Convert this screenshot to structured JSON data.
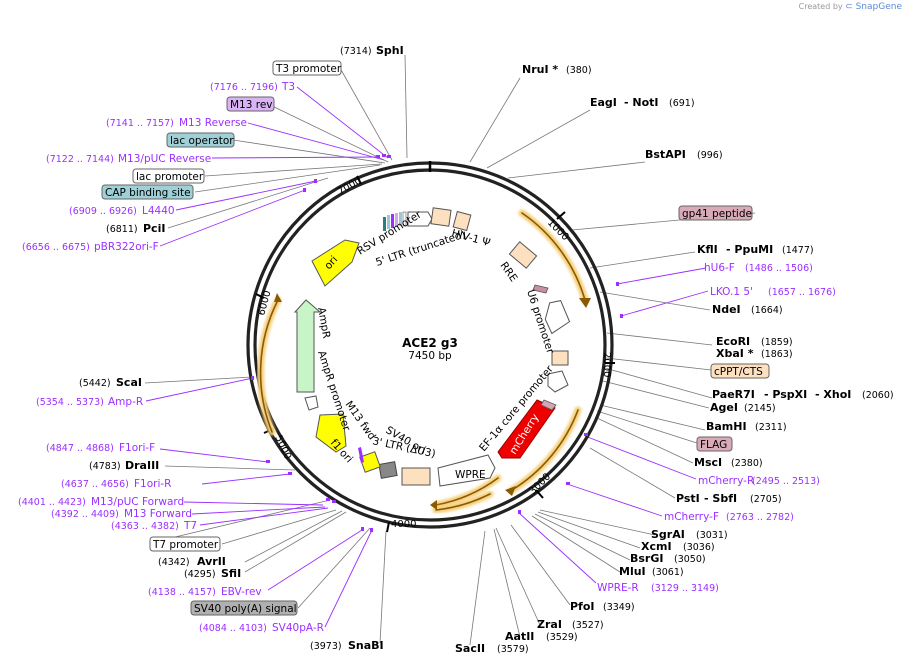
{
  "credit": {
    "prefix": "Created by",
    "brand": "SnapGene"
  },
  "plasmid": {
    "name": "ACE2 g3",
    "length": "7450 bp",
    "total_bp": 7450
  },
  "ticks": [
    "1000",
    "2000",
    "3000",
    "4000",
    "5000",
    "6000",
    "7000"
  ],
  "colors": {
    "primer": "#9b30ff",
    "ring": "#222222",
    "cds_orange": "#e8a63a",
    "mcherry": "#ee0000",
    "ori": "#ffff00",
    "ampr": "#c8f5c8"
  },
  "enzymes_right": [
    {
      "name": "NruI *",
      "pos": "(380)"
    },
    {
      "name": "EagI",
      "sep": "- NotI",
      "pos": "(691)"
    },
    {
      "name": "BstAPI",
      "pos": "(996)"
    },
    {
      "name": "KflI",
      "sep": "- PpuMI",
      "pos": "(1477)"
    },
    {
      "name": "NdeI",
      "pos": "(1664)"
    },
    {
      "name": "EcoRI",
      "pos": "(1859)"
    },
    {
      "name": "XbaI *",
      "pos": "(1863)"
    },
    {
      "name": "PaeR7I",
      "sep": "- PspXI",
      "sep2": "- XhoI",
      "pos": "(2060)"
    },
    {
      "name": "AgeI",
      "pos": "(2145)"
    },
    {
      "name": "BamHI",
      "pos": "(2311)"
    },
    {
      "name": "MscI",
      "pos": "(2380)"
    },
    {
      "name": "PstI",
      "sep": "- SbfI",
      "pos": "(2705)"
    },
    {
      "name": "SgrAI",
      "pos": "(3031)"
    },
    {
      "name": "XcmI",
      "pos": "(3036)"
    },
    {
      "name": "BsrGI",
      "pos": "(3050)"
    },
    {
      "name": "MluI",
      "pos": "(3061)"
    },
    {
      "name": "PfoI",
      "pos": "(3349)"
    },
    {
      "name": "ZraI",
      "pos": "(3527)"
    },
    {
      "name": "AatII",
      "pos": "(3529)"
    },
    {
      "name": "SacII",
      "pos": "(3579)"
    }
  ],
  "enzymes_left": [
    {
      "name": "SphI",
      "pos": "(7314)"
    },
    {
      "name": "PciI",
      "pos": "(6811)"
    },
    {
      "name": "ScaI",
      "pos": "(5442)"
    },
    {
      "name": "DraIII",
      "pos": "(4783)"
    },
    {
      "name": "AvrII",
      "pos": "(4342)"
    },
    {
      "name": "SfiI",
      "pos": "(4295)"
    },
    {
      "name": "SnaBI",
      "pos": "(3973)"
    }
  ],
  "primers_right": [
    {
      "name": "hU6-F",
      "pos": "(1486 .. 1506)"
    },
    {
      "name": "LKO.1 5'",
      "pos": "(1657 .. 1676)"
    },
    {
      "name": "mCherry-R",
      "pos": "(2495 .. 2513)"
    },
    {
      "name": "mCherry-F",
      "pos": "(2763 .. 2782)"
    },
    {
      "name": "WPRE-R",
      "pos": "(3129 .. 3149)"
    }
  ],
  "primers_left": [
    {
      "name": "T3",
      "pos": "(7176 .. 7196)"
    },
    {
      "name": "M13 Reverse",
      "pos": "(7141 .. 7157)"
    },
    {
      "name": "M13/pUC Reverse",
      "pos": "(7122 .. 7144)"
    },
    {
      "name": "L4440",
      "pos": "(6909 .. 6926)"
    },
    {
      "name": "pBR322ori-F",
      "pos": "(6656 .. 6675)"
    },
    {
      "name": "Amp-R",
      "pos": "(5354 .. 5373)"
    },
    {
      "name": "F1ori-F",
      "pos": "(4847 .. 4868)"
    },
    {
      "name": "F1ori-R",
      "pos": "(4637 .. 4656)"
    },
    {
      "name": "M13/pUC Forward",
      "pos": "(4401 .. 4423)"
    },
    {
      "name": "M13 Forward",
      "pos": "(4392 .. 4409)"
    },
    {
      "name": "T7",
      "pos": "(4363 .. 4382)"
    },
    {
      "name": "EBV-rev",
      "pos": "(4138 .. 4157)"
    },
    {
      "name": "SV40pA-R",
      "pos": "(4084 .. 4103)"
    }
  ],
  "feature_boxes": [
    {
      "name": "T3 promoter"
    },
    {
      "name": "M13 rev"
    },
    {
      "name": "lac operator"
    },
    {
      "name": "lac promoter"
    },
    {
      "name": "CAP binding site"
    },
    {
      "name": "gp41 peptide"
    },
    {
      "name": "cPPT/CTS"
    },
    {
      "name": "FLAG"
    },
    {
      "name": "T7 promoter"
    },
    {
      "name": "SV40 poly(A) signal"
    }
  ],
  "inner_features": {
    "rsv": "RSV promoter",
    "ltr5": "5' LTR (truncated)",
    "hiv": "HIV-1 Ψ",
    "rre": "RRE",
    "u6": "U6 promoter",
    "ef1a": "EF-1α core promoter",
    "mcherry": "mCherry",
    "wpre": "WPRE",
    "ltr3": "3' LTR (ΔU3)",
    "sv40ori": "SV40 ori",
    "f1ori": "f1 ori",
    "m13fwd": "M13 fwd",
    "ampr_prom": "AmpR promoter",
    "ampr": "AmpR",
    "ori": "ori"
  }
}
